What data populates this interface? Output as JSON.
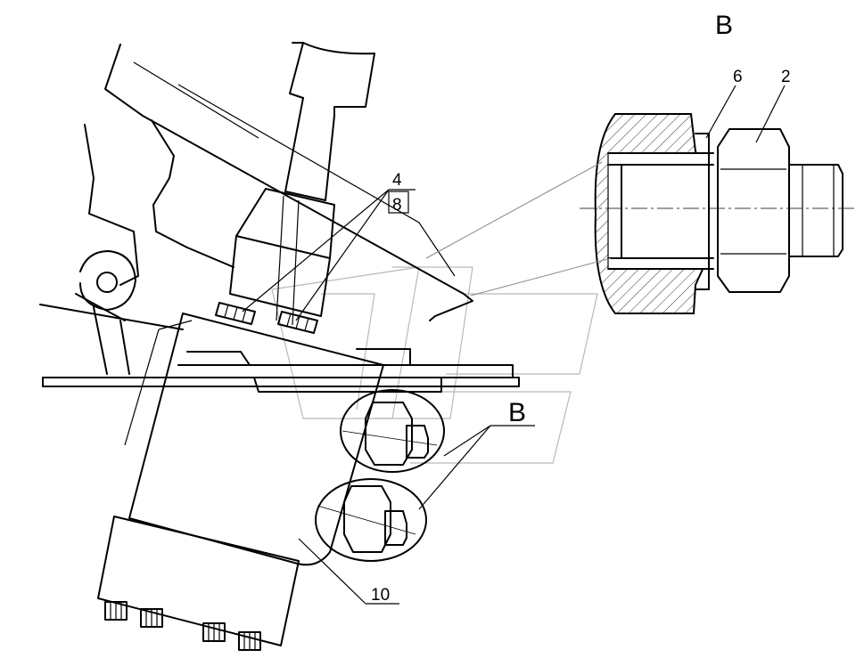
{
  "labels": {
    "section": "B",
    "detail": "B",
    "callout_6": "6",
    "callout_2": "2",
    "callout_4": "4",
    "callout_8": "8",
    "callout_10": "10"
  }
}
